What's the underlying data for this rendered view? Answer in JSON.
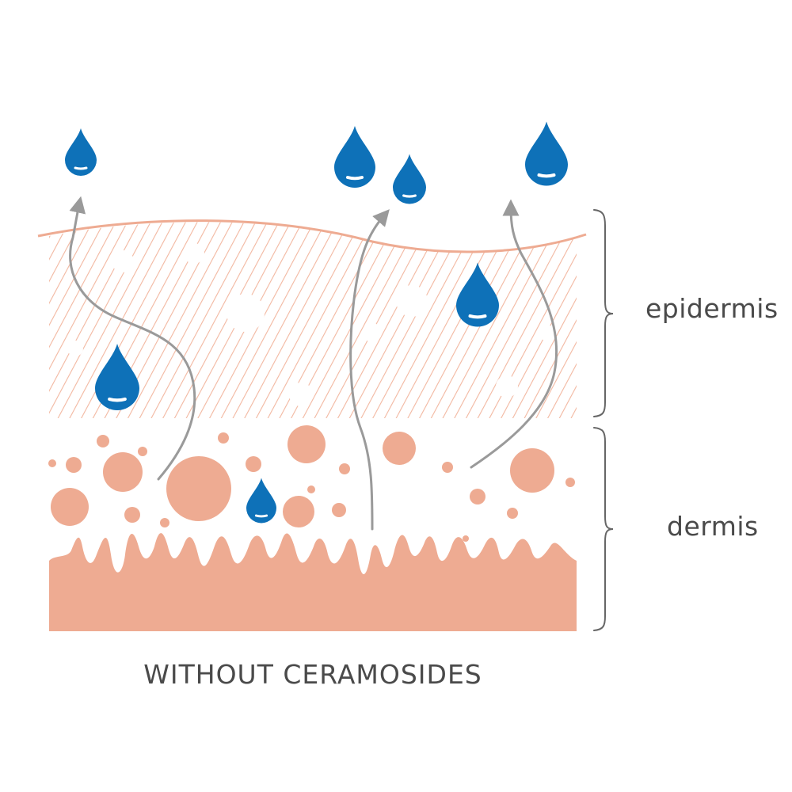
{
  "labels": {
    "epidermis": "epidermis",
    "dermis": "dermis"
  },
  "caption": "WITHOUT CERAMOSIDES",
  "colors": {
    "skin": "#eeab92",
    "hatch": "#f2b7a0",
    "water": "#0e71b8",
    "arrow": "#9a9a9a",
    "bracket": "#666666",
    "text": "#4a4a4a"
  },
  "icons": [
    "water-drop-icon",
    "evaporation-arrow-icon",
    "brace-icon"
  ]
}
